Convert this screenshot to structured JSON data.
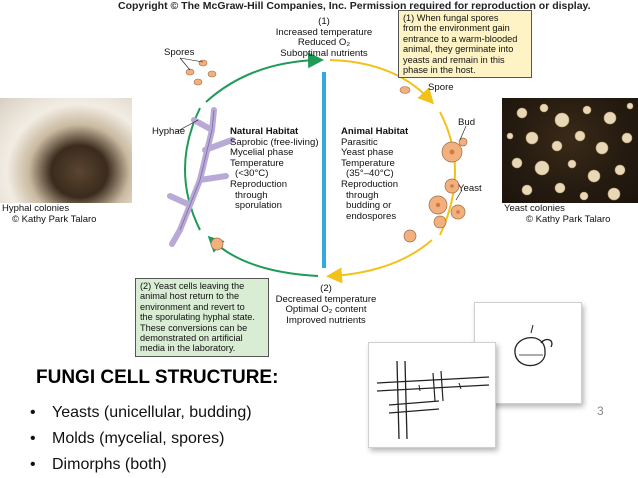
{
  "copyright": "Copyright © The McGraw-Hill Companies, Inc. Permission required for reproduction or display.",
  "top_label": {
    "number": "(1)",
    "line1": "Increased temperature",
    "line2": "Reduced O₂",
    "line3": "Suboptimal nutrients"
  },
  "bottom_label": {
    "number": "(2)",
    "line1": "Decreased temperature",
    "line2": "Optimal O₂ content",
    "line3": "Improved nutrients"
  },
  "box1": {
    "lines": [
      "(1) When fungal spores",
      "from the environment gain",
      "entrance to a warm-blooded",
      "animal, they germinate into",
      "yeasts and remain in this",
      "phase in the host."
    ]
  },
  "box2": {
    "lines": [
      "(2) Yeast cells leaving the",
      "animal host return to the",
      "environment and revert to",
      "the sporulating hyphal state.",
      "These conversions can be",
      "demonstrated on artificial",
      "media in the laboratory."
    ]
  },
  "natural": {
    "title": "Natural Habitat",
    "lines": [
      "Saprobic (free-living)",
      "Mycelial phase",
      "Temperature",
      "(<30°C)",
      "Reproduction",
      "through",
      "sporulation"
    ]
  },
  "animal": {
    "title": "Animal Habitat",
    "lines": [
      "Parasitic",
      "Yeast phase",
      "Temperature",
      "(35°–40°C)",
      "Reproduction",
      "through",
      "budding or",
      "endospores"
    ]
  },
  "labels": {
    "spores": "Spores",
    "hyphae": "Hyphae",
    "spore": "Spore",
    "bud": "Bud",
    "yeast": "Yeast"
  },
  "left_photo": {
    "caption1": "Hyphal colonies",
    "caption2": "© Kathy Park Talaro"
  },
  "right_photo": {
    "caption1": "Yeast colonies",
    "caption2": "© Kathy Park Talaro"
  },
  "slide": {
    "title": "FUNGI CELL STRUCTURE:",
    "bullets": [
      "Yeasts (unicellular, budding)",
      "Molds (mycelial, spores)",
      "Dimorphs (both)"
    ],
    "page_number": "3"
  },
  "colors": {
    "green_arrow": "#1f9a57",
    "yellow_arrow": "#f2c21b",
    "divider": "#34a9de",
    "hyphae": "#b9a9d6",
    "yeast_cell": "#f2b07e",
    "box_yellow": "#fdf3c4",
    "box_green": "#d9ecd4"
  }
}
